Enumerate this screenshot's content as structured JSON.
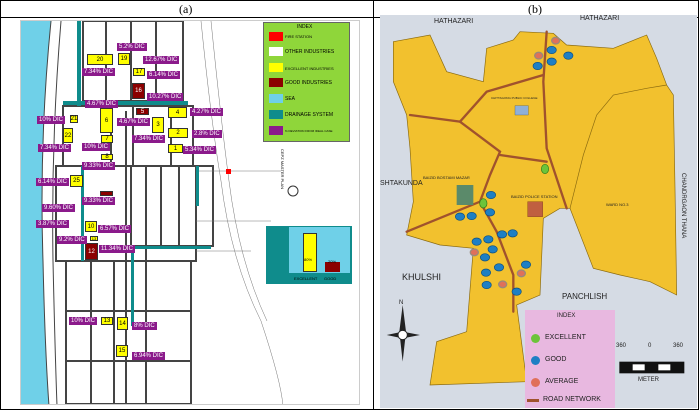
{
  "captions": {
    "a": "(a)",
    "b": "(b)"
  },
  "panel_a": {
    "legend": {
      "title": "INDEX",
      "items": [
        {
          "label": "FIRE STATION",
          "color": "#ff0000"
        },
        {
          "label": "OTHER INDUSTRIES",
          "color": "#ffffff"
        },
        {
          "label": "EXCELLENT INDUSTRIES",
          "color": "#ffff00"
        },
        {
          "label": "GOOD INDUSTRIES",
          "color": "#8b0000"
        },
        {
          "label": "SEA",
          "color": "#6fd0e8"
        },
        {
          "label": "DRAINAGE SYSTEM",
          "color": "#0f8c8c"
        },
        {
          "label": "% DEVIATION FROM IDEAL CASE",
          "color": "#8b1a8b"
        }
      ]
    },
    "deviation_labels": [
      "5.2% DIC",
      "12.67% DIC",
      "7.34% DIC",
      "6.14% DIC",
      "10.27% DIC",
      "4.67% DIC",
      "4.27% DIC",
      "10% DIC",
      "4.67% DIC",
      "2.8% DIC",
      "7.34% DIC",
      "7.34% DIC",
      "10% DIC",
      "5.34% DIC",
      "9.33% DIC",
      "6.14% DIC",
      "9.33% DIC",
      "9.60% DIC",
      "3.87% DIC",
      "6.57% DIC",
      "9.2% DIC",
      "11.34% DIC",
      "10% DIC",
      "8% DIC",
      "6.94% DIC"
    ],
    "plots": [
      "20",
      "19",
      "17",
      "16",
      "5",
      "4",
      "21",
      "6",
      "3",
      "2",
      "22",
      "7",
      "1",
      "8",
      "25",
      "10",
      "13",
      "12",
      "13",
      "14",
      "15"
    ],
    "map_title": "CEPZ MASTER PLAN",
    "summary_chart": {
      "categories": [
        "EXCELLENT",
        "GOOD"
      ],
      "values": [
        80,
        20
      ],
      "labels": [
        "80%",
        "20%"
      ]
    }
  },
  "panel_b": {
    "places": {
      "hathazari_left": "HATHAZARI",
      "hathazari_right": "HATHAZARI",
      "sitakunda": "SHTAKUNDA",
      "khulshi": "KHULSHI",
      "panchlish": "PANCHLISH",
      "chandgaon": "CHANDRGAON THANA",
      "ward": "WARD NO.3",
      "college": "CHITTAGONG PUBLIC COLLEGE",
      "mazar": "BAIZID BOSTAMI MAZAR",
      "police": "BAIZID POLICE STATION"
    },
    "compass": "N",
    "legend": {
      "title": "INDEX",
      "items": [
        {
          "label": "EXCELLENT",
          "color": "#6cc43a"
        },
        {
          "label": "GOOD",
          "color": "#1e7fc4"
        },
        {
          "label": "AVERAGE",
          "color": "#e0705a"
        },
        {
          "label": "ROAD NETWORK",
          "color": "#a0522d"
        }
      ]
    },
    "scale": {
      "left": "360",
      "center": "0",
      "right": "360",
      "unit": "METER"
    }
  }
}
